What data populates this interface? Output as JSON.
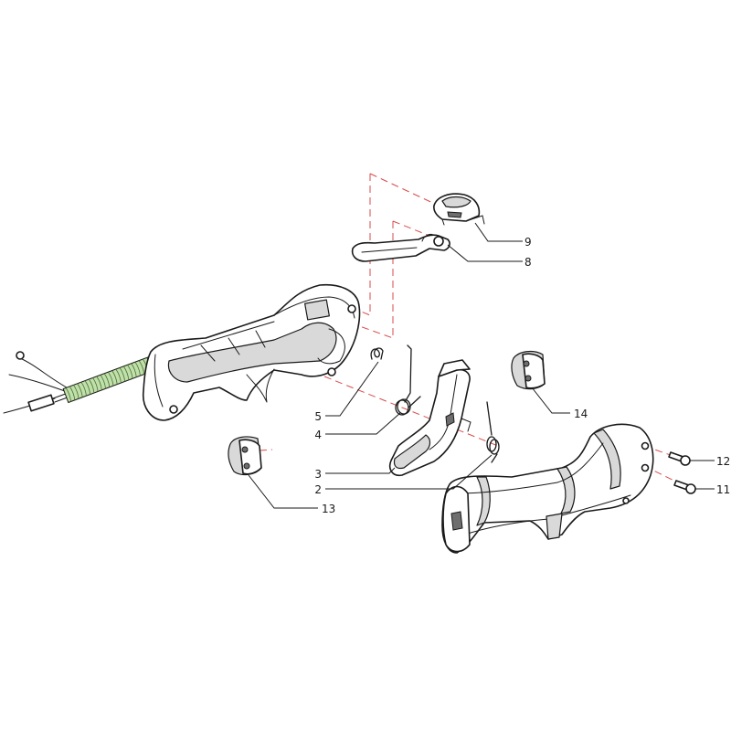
{
  "diagram": {
    "axis_color": "#d94a4a",
    "tube_color": "#bfe0a8",
    "callouts": [
      {
        "id": "9",
        "label": "9"
      },
      {
        "id": "8",
        "label": "8"
      },
      {
        "id": "5",
        "label": "5"
      },
      {
        "id": "4",
        "label": "4"
      },
      {
        "id": "3",
        "label": "3"
      },
      {
        "id": "2",
        "label": "2"
      },
      {
        "id": "14",
        "label": "14"
      },
      {
        "id": "12",
        "label": "12"
      },
      {
        "id": "11",
        "label": "11"
      },
      {
        "id": "13",
        "label": "13"
      }
    ]
  }
}
